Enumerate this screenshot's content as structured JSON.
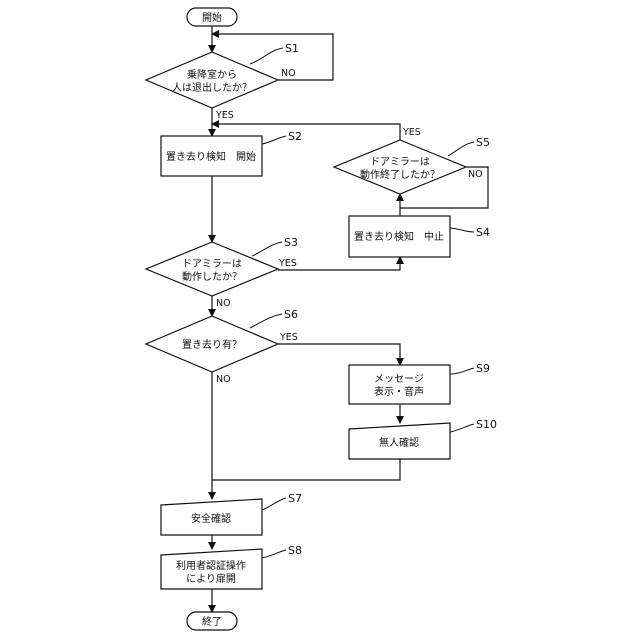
{
  "nodes": {
    "start": "開始",
    "s1_line1": "乗降室から",
    "s1_line2": "人は退出したか？",
    "s2": "置き去り検知　開始",
    "s3_line1": "ドアミラーは",
    "s3_line2": "動作したか？",
    "s4": "置き去り検知　中止",
    "s5_line1": "ドアミラーは",
    "s5_line2": "動作終了したか？",
    "s6": "置き去り有？",
    "s9_line1": "メッセージ",
    "s9_line2": "表示・音声",
    "s10": "無人確認",
    "s7": "安全確認",
    "s8_line1": "利用者認証操作",
    "s8_line2": "により扉開",
    "end": "終了"
  },
  "steps": {
    "s1": "S1",
    "s2": "S2",
    "s3": "S3",
    "s4": "S4",
    "s5": "S5",
    "s6": "S6",
    "s7": "S7",
    "s8": "S8",
    "s9": "S9",
    "s10": "S10"
  },
  "labels": {
    "s1_no": "NO",
    "s1_yes": "YES",
    "s5_yes": "YES",
    "s5_no": "NO",
    "s3_yes": "YES",
    "s3_no": "NO",
    "s6_yes": "YES",
    "s6_no": "NO"
  }
}
